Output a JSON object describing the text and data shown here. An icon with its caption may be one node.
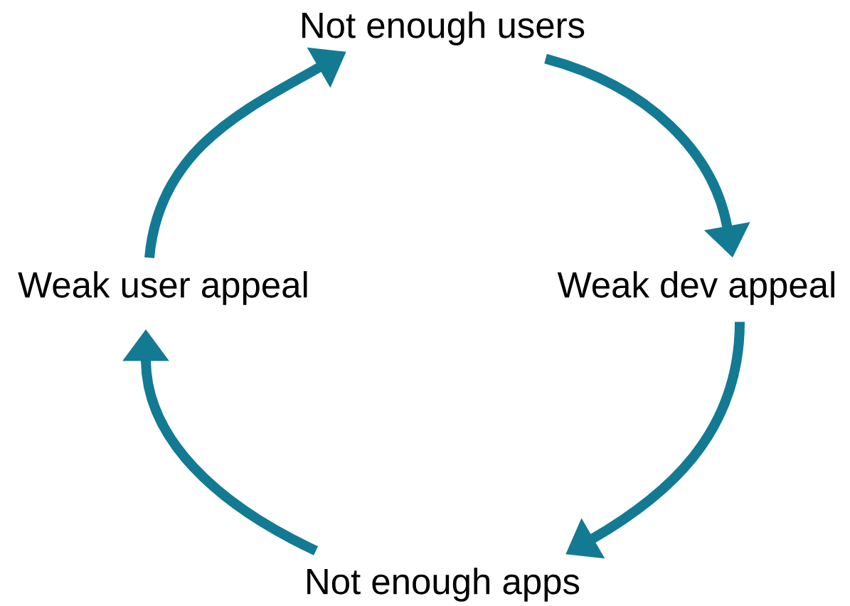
{
  "diagram": {
    "nodes": [
      {
        "text": [
          "Not enough users"
        ]
      },
      {
        "text": [
          "Weak dev appeal"
        ]
      },
      {
        "text": [
          "Not enough apps"
        ]
      },
      {
        "text": [
          "Weak user appeal"
        ]
      }
    ],
    "edges": [
      {
        "from": 3,
        "to": 0,
        "arrow": "to"
      },
      {
        "from": 0,
        "to": 1,
        "arrow": "to"
      },
      {
        "from": 1,
        "to": 2,
        "arrow": "to"
      },
      {
        "from": 2,
        "to": 3,
        "arrow": "to"
      }
    ]
  }
}
